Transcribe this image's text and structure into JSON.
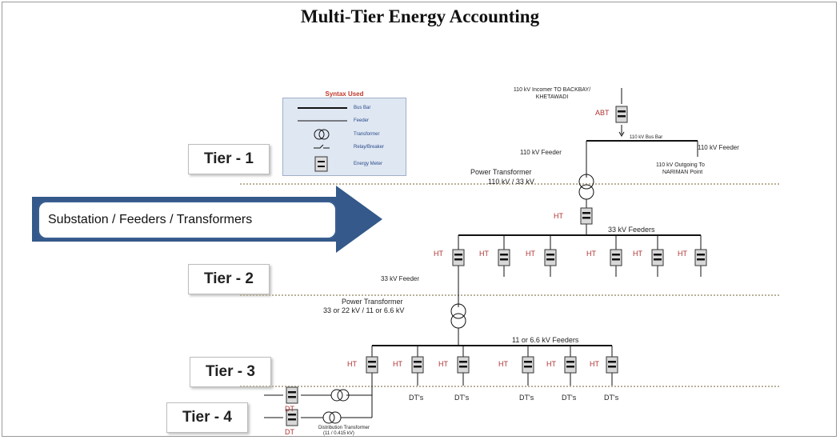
{
  "title": "Multi-Tier Energy Accounting",
  "tiers": [
    "Tier - 1",
    "Tier - 2",
    "Tier - 3",
    "Tier - 4"
  ],
  "banner": "Substation / Feeders / Transformers",
  "legend": {
    "title": "Syntax Used",
    "items": [
      "Bus Bar",
      "Feeder",
      "Transformer",
      "Relay/Breaker",
      "Energy Meter"
    ]
  },
  "labels": {
    "incomer": "110 kV Incomer TO BACKBAY/",
    "incomer2": "KHETAWADI",
    "abt": "ABT",
    "bus_bar_110": "110 kV Bus Bar",
    "feeder_110_left": "110 kV Feeder",
    "feeder_110_right": "110 kV Feeder",
    "outgoing": "110 kV Outgoing To",
    "outgoing2": "NARIMAN Point",
    "pt1": "Power Transformer",
    "pt1_rating": "110 kV / 33 kV",
    "ht": "HT",
    "feeders_33": "33 kV Feeders",
    "feeder_33": "33 kV Feeder",
    "pt2": "Power Transformer",
    "pt2_rating": "33 or 22 kV / 11 or 6.6 kV",
    "feeders_11": "11 or 6.6 kV Feeders",
    "dts": "DT's",
    "dt": "DT",
    "dist_tr": "Distribution Transformer",
    "dist_tr2": "(11 / 0.415 kV)"
  }
}
